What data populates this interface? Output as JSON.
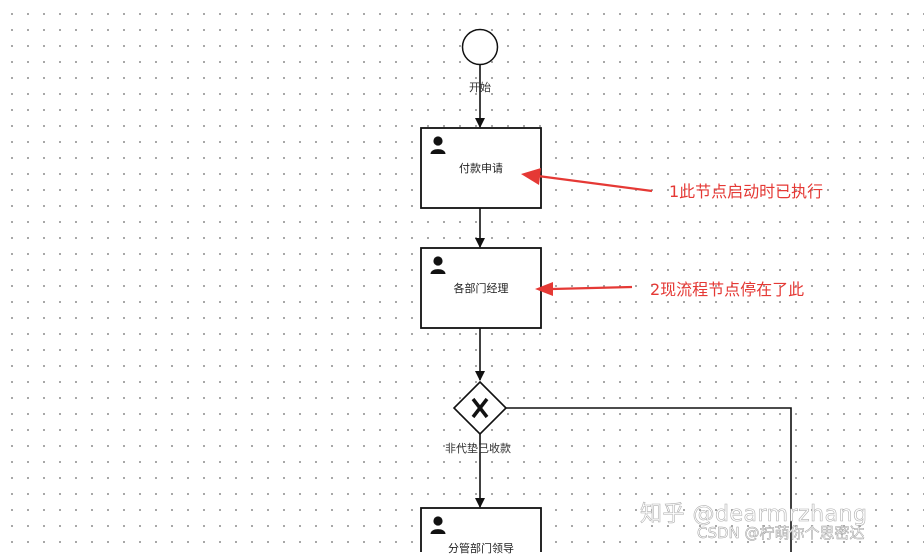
{
  "nodes": {
    "start": {
      "label": "开始"
    },
    "task1": {
      "label": "付款申请"
    },
    "task2": {
      "label": "各部门经理"
    },
    "gateway": {
      "label": "非代垫已收款"
    },
    "task3": {
      "label": "分管部门领导"
    }
  },
  "annotations": {
    "note1": "1此节点启动时已执行",
    "note2": "2现流程节点停在了此"
  },
  "watermarks": {
    "zhihu": "知乎 @dearmrzhang",
    "csdn": "CSDN @柠萌你个思密达"
  },
  "colors": {
    "annotation": "#e53935",
    "stroke": "#111111"
  }
}
